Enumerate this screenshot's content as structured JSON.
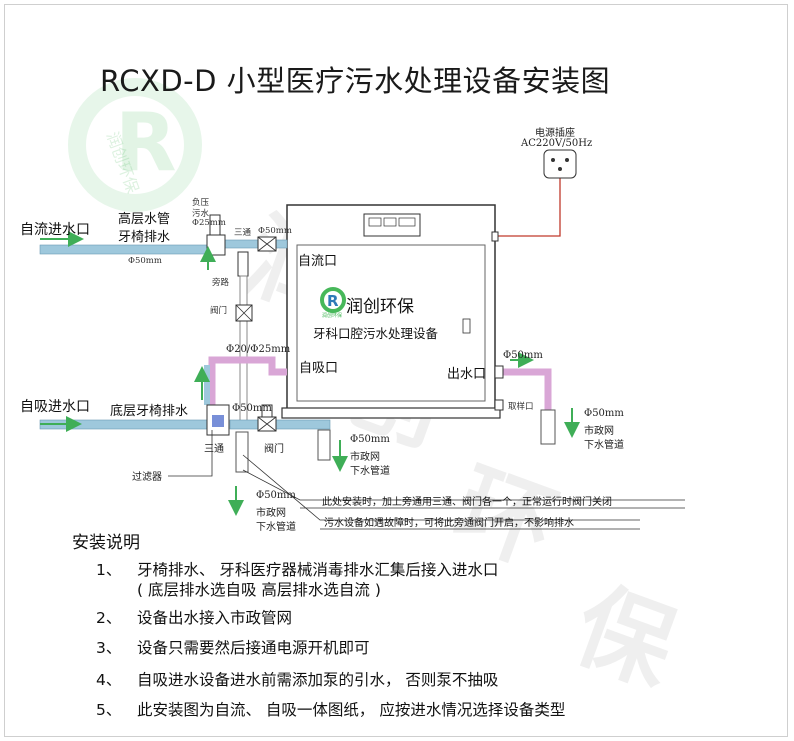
{
  "title": "RCXD-D 小型医疗污水处理设备安装图",
  "power": {
    "label": "电源插座",
    "spec": "AC220V/50Hz"
  },
  "inlet_gravity": {
    "label": "自流进水口",
    "high_floor": "高层水管",
    "dental_chair": "牙椅排水"
  },
  "inlet_self_priming": {
    "label": "自吸进水口",
    "desc": "底层牙椅排水"
  },
  "tags": {
    "negative_pressure": [
      "负压",
      "污水",
      "Φ25mm"
    ],
    "tee": "三通",
    "valve_top": "Φ50mm",
    "bypass": "旁路",
    "valve_door": "阀门",
    "pipe_top": "Φ50mm",
    "pipe_mid": "Φ20/Φ25mm",
    "pipe_low": "Φ50mm",
    "tee_low": "三通",
    "valve_low": "阀门",
    "filter": "过滤器",
    "sampling": "取样口"
  },
  "device": {
    "gravity_port": "自流口",
    "self_priming_port": "自吸口",
    "outlet_port": "出水口",
    "brand": "润创环保",
    "logo_letter": "R",
    "logo_tiny": "润创环保",
    "subtitle": "牙科口腔污水处理设备"
  },
  "outlet_pipe": "Φ50mm",
  "sewer_right": [
    "Φ50mm",
    "市政网",
    "下水管道"
  ],
  "sewer_mid": [
    "Φ50mm",
    "市政网",
    "下水管道"
  ],
  "sewer_left": [
    "Φ50mm",
    "市政网",
    "下水管道"
  ],
  "notes": [
    "此处安装时，加上旁通用三通、阀门各一个，正常运行时阀门关闭",
    "污水设备如遇故障时，可将此旁通阀门开启，不影响排水"
  ],
  "instructions": {
    "heading": "安装说明",
    "items": [
      {
        "num": "1、",
        "text": "牙椅排水、 牙科医疗器械消毒排水汇集后接入进水口",
        "text2": "( 底层排水选自吸 高层排水选自流 )"
      },
      {
        "num": "2、",
        "text": "设备出水接入市政管网"
      },
      {
        "num": "3、",
        "text": "设备只需要然后接通电源开机即可"
      },
      {
        "num": "4、",
        "text": "自吸进水设备进水前需添加泵的引水， 否则泵不抽吸"
      },
      {
        "num": "5、",
        "text": "此安装图为自流、 自吸一体图纸， 应按进水情况选择设备类型"
      }
    ]
  },
  "watermark": {
    "line1": "润",
    "line2": "创",
    "line3": "环",
    "line4": "保",
    "badge": "润创环保"
  },
  "colors": {
    "pipe": "#9ec8dc",
    "pipe_pink": "#d9a6d6",
    "arrow": "#3fae57",
    "logo_green": "#47b85a",
    "logo_blue": "#2e7ab8",
    "power_wire": "#c0392b"
  }
}
